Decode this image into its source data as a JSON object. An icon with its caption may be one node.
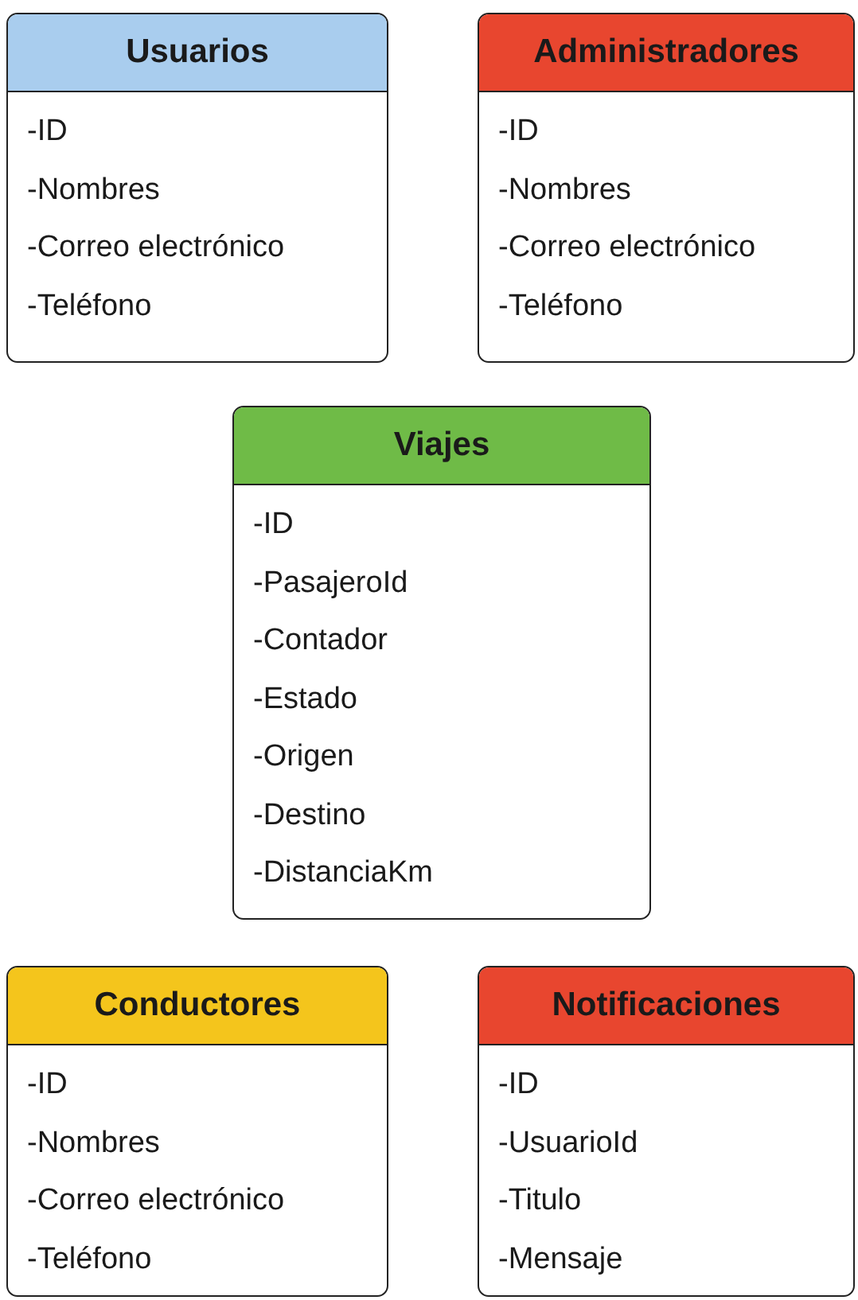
{
  "diagram": {
    "nodes": [
      {
        "text": [
          "Usuarios",
          "-ID",
          "-Nombres",
          "-Correo electrónico",
          "-Teléfono"
        ]
      },
      {
        "text": [
          "Administradores",
          "-ID",
          "-Nombres",
          "-Correo electrónico",
          "-Teléfono"
        ]
      },
      {
        "text": [
          "Viajes",
          "-ID",
          "-PasajeroId",
          "-Contador",
          "-Estado",
          "-Origen",
          "-Destino",
          "-DistanciaKm"
        ]
      },
      {
        "text": [
          "Conductores",
          "-ID",
          "-Nombres",
          "-Correo electrónico",
          "-Teléfono"
        ]
      },
      {
        "text": [
          "Notificaciones",
          "-ID",
          "-UsuarioId",
          "-Titulo",
          "-Mensaje"
        ]
      }
    ]
  }
}
